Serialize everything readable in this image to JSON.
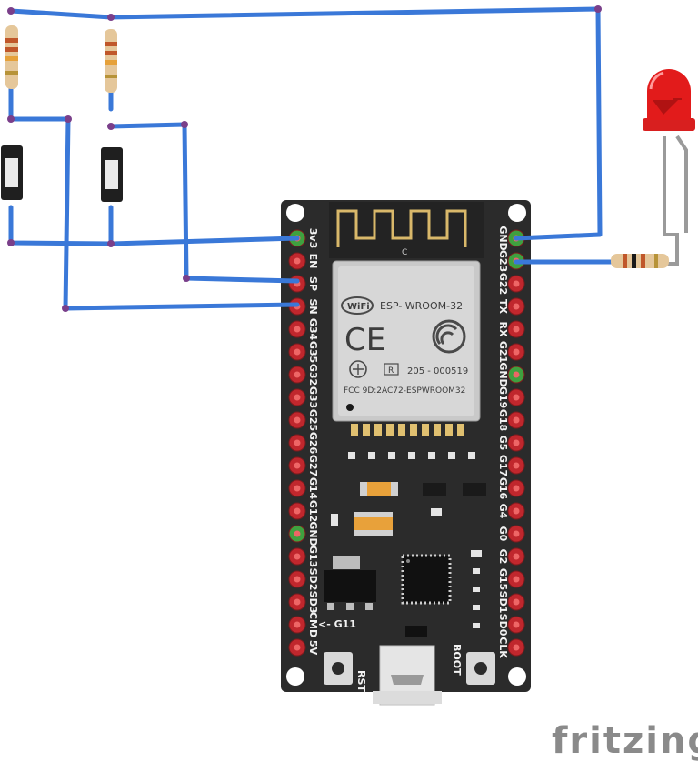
{
  "board": {
    "name": "ESP32 DevKit (ESP-WROOM-32)",
    "module_brand": "ESP- WROOM-32",
    "wifi_logo": "WiFi",
    "ce_mark": "CE",
    "r_mark": "R",
    "cert_number": "205 - 000519",
    "fcc_id": "FCC 9D:2AC72-ESPWROOM32",
    "antenna_label": "C",
    "rst_label": "RST",
    "boot_label": "BOOT",
    "g11_label": "<- G11",
    "left_pins": [
      "3v3",
      "EN",
      "SP",
      "SN",
      "G34",
      "G35",
      "G32",
      "G33",
      "G25",
      "G26",
      "G27",
      "G14",
      "G12",
      "GND",
      "G13",
      "SD2",
      "SD3",
      "CMD",
      "5V"
    ],
    "right_pins": [
      "GND",
      "G23",
      "G22",
      "TX",
      "RX",
      "G21",
      "GND",
      "G19",
      "G18",
      "G5",
      "G17",
      "G16",
      "G4",
      "G0",
      "G2",
      "G15",
      "SD1",
      "SD0",
      "CLK"
    ]
  },
  "components": {
    "resistors": [
      "resistor-1",
      "resistor-2",
      "resistor-3"
    ],
    "buttons": [
      "pushbutton-1",
      "pushbutton-2"
    ],
    "led": "red-led"
  },
  "colors": {
    "wire": "#3a78d8",
    "board": "#2b2b2b",
    "led": "#e21b1b",
    "pin_ok": "#3fa03f",
    "pin": "#c0272d"
  },
  "watermark": "fritzing"
}
